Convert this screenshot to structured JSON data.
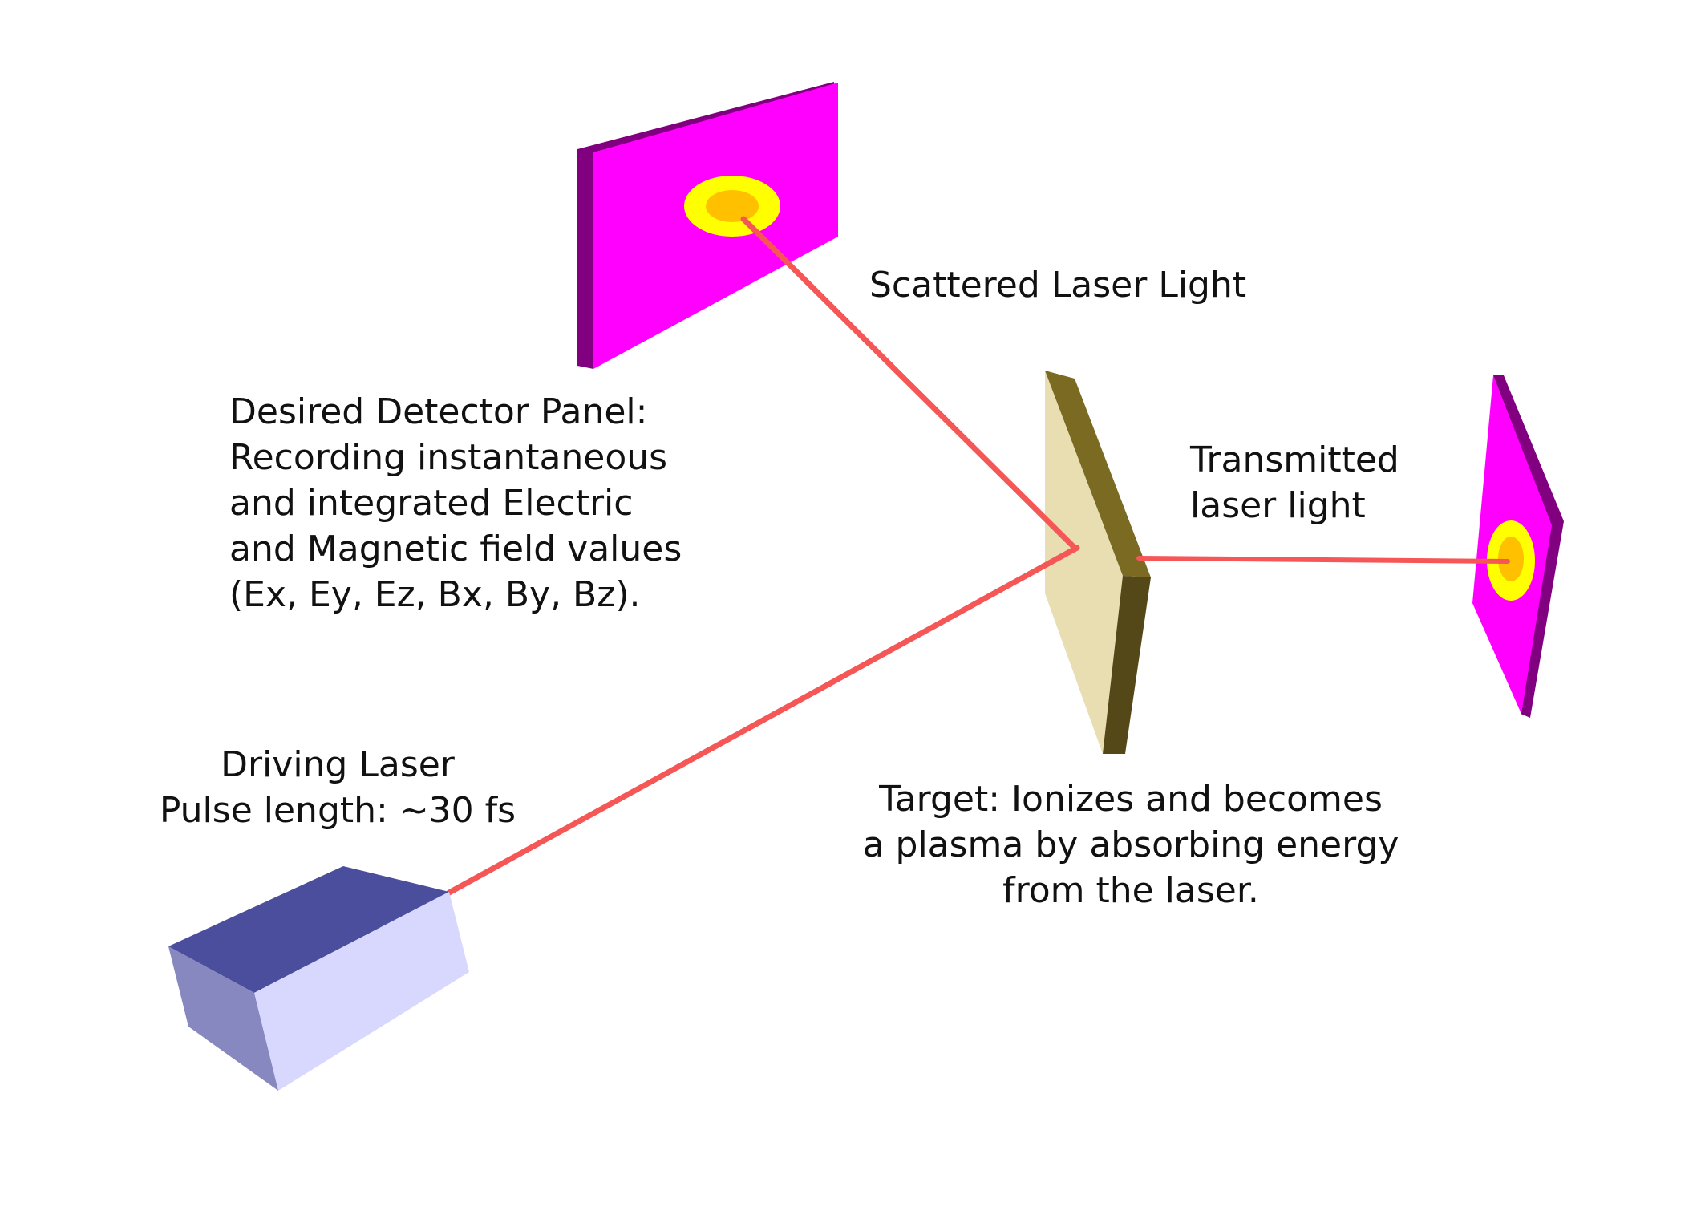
{
  "colors": {
    "beam": "#f55656",
    "detector_face": "#ff00ff",
    "detector_edge": "#800080",
    "spot_outer": "#ffff00",
    "spot_inner": "#ffc000",
    "target_face": "#e9deb2",
    "target_side": "#7a6a22",
    "target_side_dark": "#554818",
    "laser_top": "#4b4e9c",
    "laser_front": "#d8d8ff",
    "laser_side": "#8888c0"
  },
  "labels": {
    "scattered": [
      "Scattered Laser Light"
    ],
    "detector_panel": [
      "Desired Detector Panel:",
      "Recording instantaneous",
      "and integrated Electric",
      "and Magnetic field values",
      "(Ex, Ey, Ez, Bx, By, Bz)."
    ],
    "transmitted": [
      "Transmitted",
      "laser light"
    ],
    "driving_laser": [
      "Driving Laser",
      "Pulse length: ~30 fs"
    ],
    "target": [
      "Target: Ionizes and becomes",
      "a plasma by absorbing energy",
      "from the laser."
    ]
  }
}
